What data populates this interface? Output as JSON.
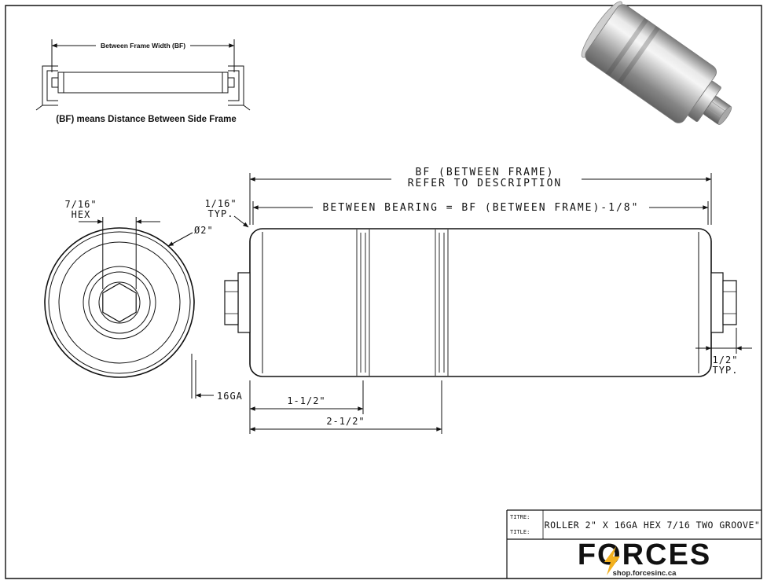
{
  "inset": {
    "dim_label": "Between Frame Width (BF)",
    "note": "(BF) means Distance Between Side Frame"
  },
  "end_view": {
    "hex_size": "7/16\"",
    "hex_word": "HEX",
    "diameter": "Ø2\"",
    "gauge": "16GA"
  },
  "side_view": {
    "bf_label": "BF (BETWEEN FRAME)",
    "bf_sub": "REFER TO DESCRIPTION",
    "between_bearing": "BETWEEN BEARING = BF (BETWEEN FRAME)-1/8\"",
    "end_gap_size": "1/16\"",
    "end_gap_typ": "TYP.",
    "shaft_len_size": "1/2\"",
    "shaft_len_typ": "TYP.",
    "groove1_dim": "1-1/2\"",
    "groove2_dim": "2-1/2\""
  },
  "title_block": {
    "label_fr": "TITRE:",
    "label_en": "TITLE:",
    "title": "ROLLER 2\" X 16GA HEX 7/16 TWO GROOVE\"",
    "brand": "FORCES",
    "website": "shop.forcesinc.ca"
  },
  "colors": {
    "line": "#111111",
    "brand_blue": "#1b75bc",
    "bolt_yellow": "#f2b01e"
  }
}
